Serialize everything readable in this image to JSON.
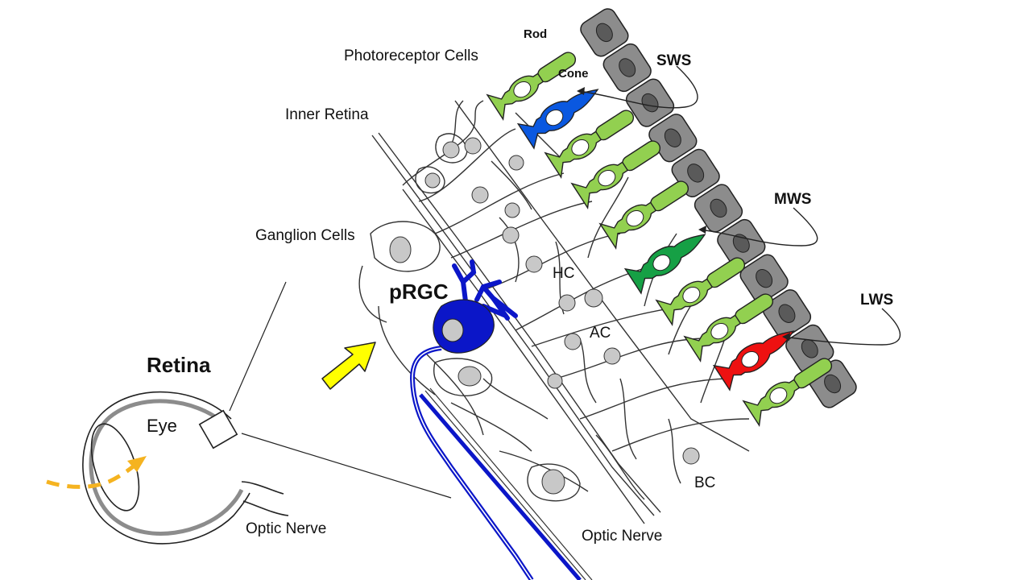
{
  "colors": {
    "rod": "#92d050",
    "sws_cone": "#0a58e0",
    "mws_cone": "#16a045",
    "lws_cone": "#ee1111",
    "prgc": "#0b16c8",
    "epithelium": "#8c8c8c",
    "light_arrow": "#ffff00",
    "eye_arrow": "#f5b320"
  },
  "labels": {
    "rod": "Rod",
    "cone": "Cone",
    "photoreceptor_cells": "Photoreceptor Cells",
    "inner_retina": "Inner Retina",
    "ganglion_cells": "Ganglion Cells",
    "prgc": "pRGC",
    "hc": "HC",
    "ac": "AC",
    "bc": "BC",
    "sws": "SWS",
    "mws": "MWS",
    "lws": "LWS",
    "retina": "Retina",
    "eye": "Eye",
    "optic_nerve_eye": "Optic Nerve",
    "optic_nerve_retina": "Optic Nerve"
  },
  "icons": {
    "light_arrow": "thick-arrow-up-right",
    "eye_light_path": "dashed-arrow-right"
  }
}
